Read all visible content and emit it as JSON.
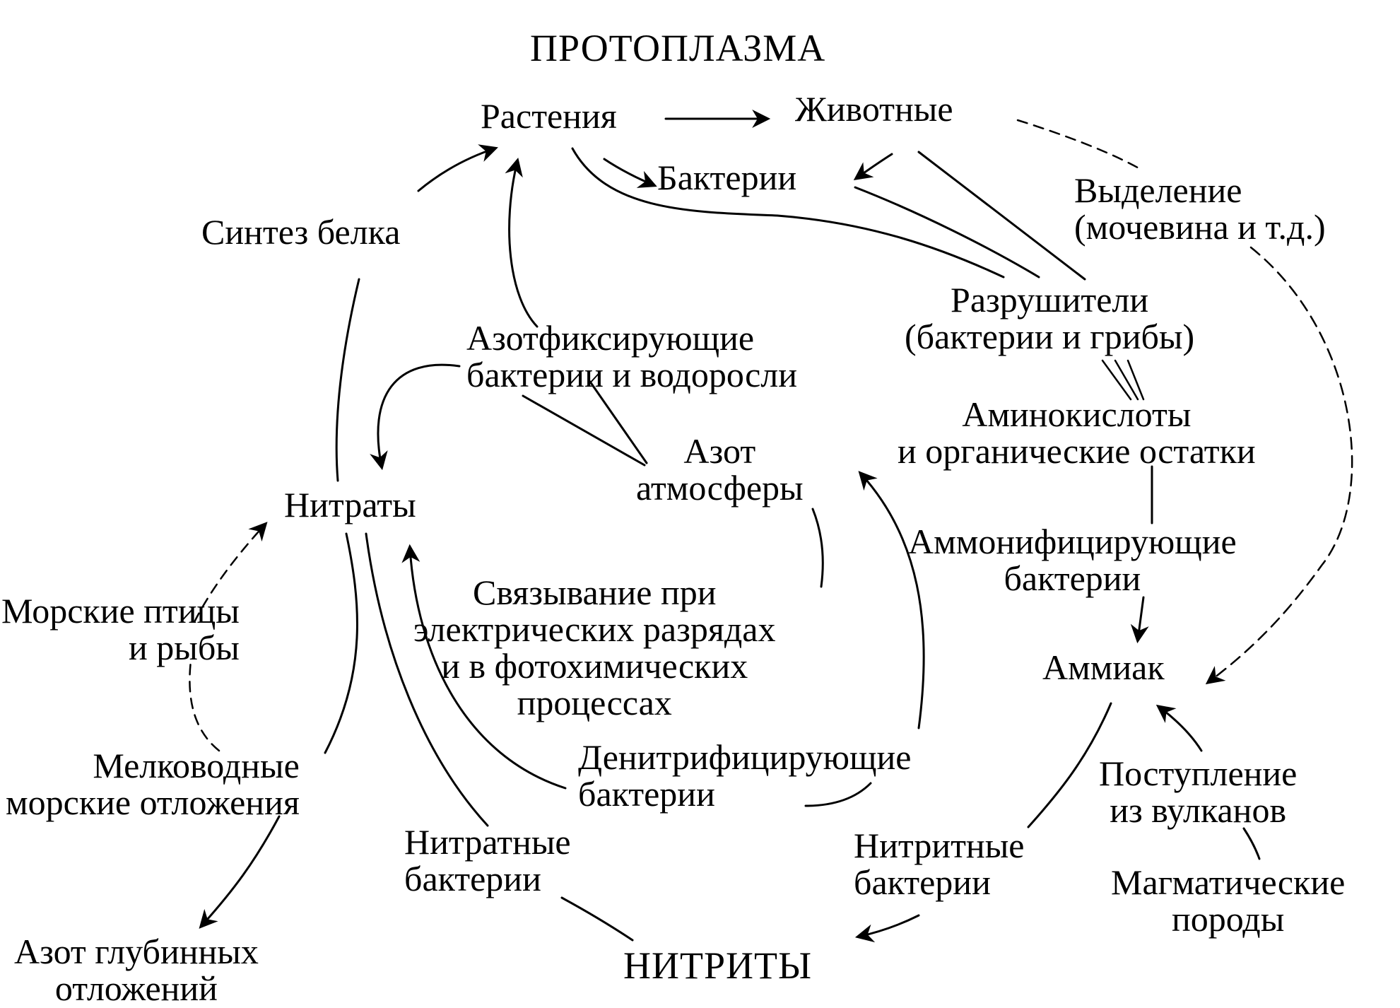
{
  "nodes": {
    "protoplasm": "ПРОТОПЛАЗМА",
    "plants": "Растения",
    "animals": "Животные",
    "bacteria": "Бактерии",
    "excretion": [
      "Выделение",
      "(мочевина и т.д.)"
    ],
    "protein_synthesis": "Синтез белка",
    "decomposers": [
      "Разрушители",
      "(бактерии и грибы)"
    ],
    "nitrogen_fixers": [
      "Азотфиксирующие",
      "бактерии и водоросли"
    ],
    "amino_acids": [
      "Аминокислоты",
      "и органические остатки"
    ],
    "atmospheric_nitrogen": [
      "Азот",
      "атмосферы"
    ],
    "nitrates": "Нитраты",
    "ammonifying_bacteria": [
      "Аммонифицирующие",
      "бактерии"
    ],
    "seabirds_fish": [
      "Морские птицы",
      "и рыбы"
    ],
    "fixation_discharges": [
      "Связывание при",
      "электрических разрядах",
      "и в фотохимических",
      "процессах"
    ],
    "ammonia": "Аммиак",
    "denitrifying_bacteria": [
      "Денитрифицирующие",
      "бактерии"
    ],
    "shallow_sediments": [
      "Мелководные",
      "морские отложения"
    ],
    "volcanic_input": [
      "Поступление",
      "из вулканов"
    ],
    "nitrate_bacteria": [
      "Нитратные",
      "бактерии"
    ],
    "nitrite_bacteria": [
      "Нитритные",
      "бактерии"
    ],
    "igneous_rocks": [
      "Магматические",
      "породы"
    ],
    "deep_nitrogen": [
      "Азот глубинных",
      "отложений"
    ],
    "nitrites": "НИТРИТЫ"
  }
}
